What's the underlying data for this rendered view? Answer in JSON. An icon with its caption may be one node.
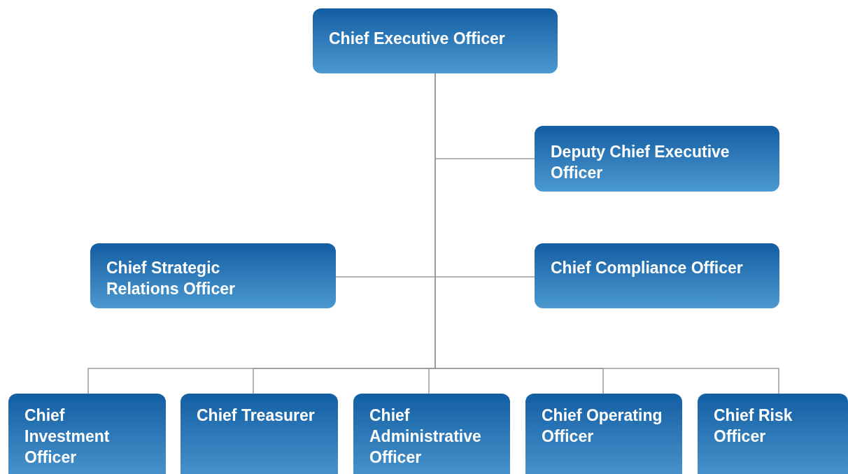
{
  "diagram": {
    "nodes": [
      {
        "text": [
          "Chief Executive Officer"
        ]
      },
      {
        "text": [
          "Deputy Chief Executive Officer"
        ]
      },
      {
        "text": [
          "Chief Strategic Relations Officer"
        ]
      },
      {
        "text": [
          "Chief Compliance Officer"
        ]
      },
      {
        "text": [
          "Chief Investment Officer"
        ]
      },
      {
        "text": [
          "Chief Treasurer"
        ]
      },
      {
        "text": [
          "Chief Administrative Officer"
        ]
      },
      {
        "text": [
          "Chief Operating Officer"
        ]
      },
      {
        "text": [
          "Chief Risk Officer"
        ]
      }
    ],
    "edges": [
      {
        "from": 0,
        "to": 1,
        "arrow": "none"
      },
      {
        "from": 0,
        "to": 2,
        "arrow": "none"
      },
      {
        "from": 0,
        "to": 3,
        "arrow": "none"
      },
      {
        "from": 0,
        "to": 4,
        "arrow": "none"
      },
      {
        "from": 0,
        "to": 5,
        "arrow": "none"
      },
      {
        "from": 0,
        "to": 6,
        "arrow": "none"
      },
      {
        "from": 0,
        "to": 7,
        "arrow": "none"
      },
      {
        "from": 0,
        "to": 8,
        "arrow": "none"
      }
    ]
  }
}
